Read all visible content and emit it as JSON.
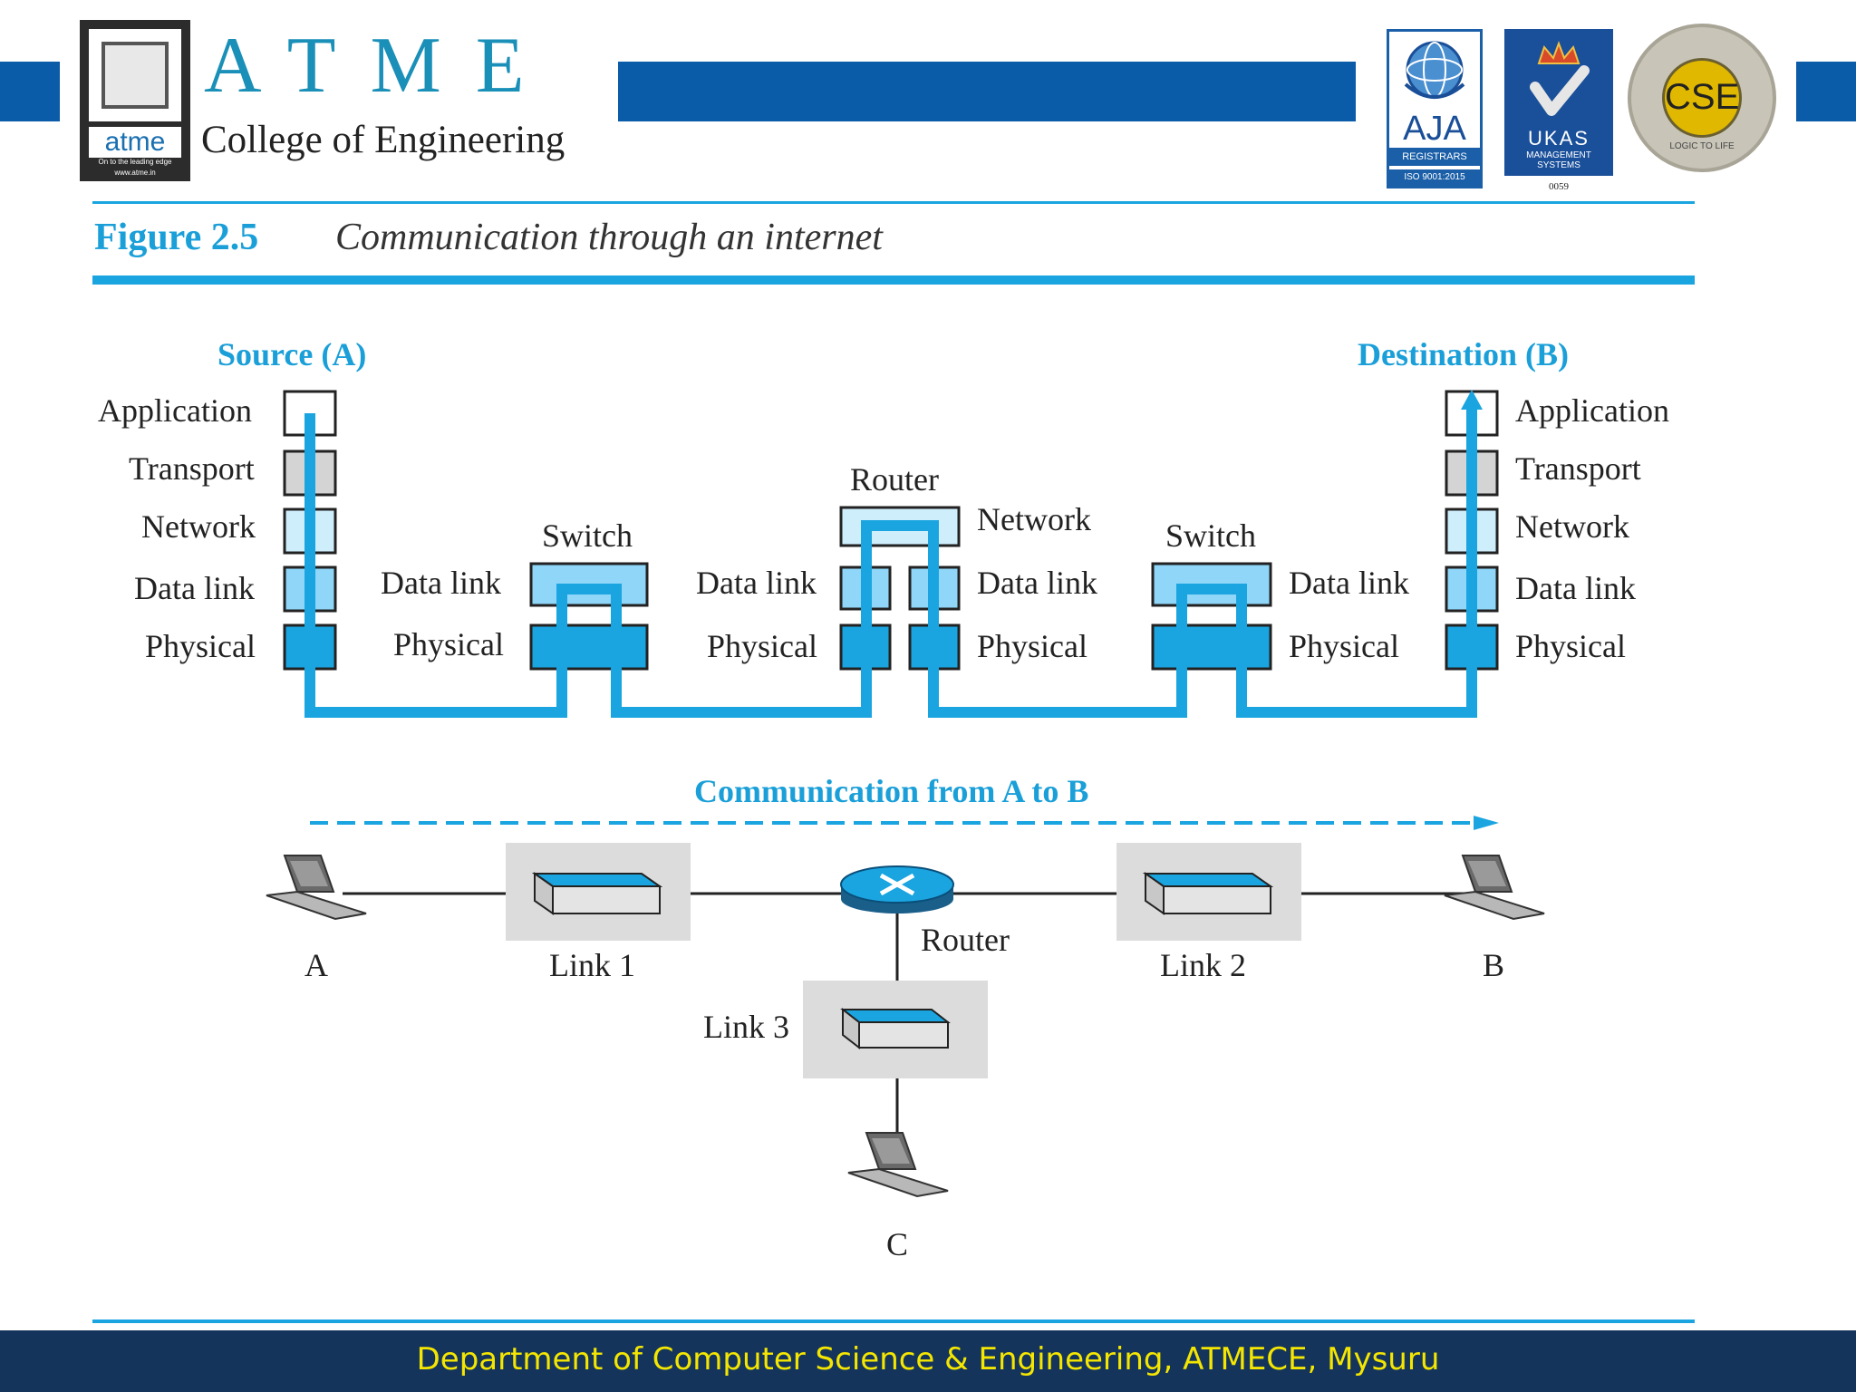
{
  "header": {
    "logo_text": "atme",
    "logo_tagline": "On to the leading edge",
    "logo_url": "www.atme.in",
    "letters": "ATME",
    "college": "College of Engineering",
    "badges": {
      "aja": "AJA",
      "aja_sub": "REGISTRARS",
      "iso": "ISO 9001:2015",
      "ukas": "UKAS",
      "ukas_sub": "MANAGEMENT SYSTEMS",
      "ukas_num": "0059",
      "cse": "CSE",
      "cse_ring": "LOGIC TO LIFE"
    }
  },
  "figure": {
    "number": "Figure 2.5",
    "title": "Communication through an internet"
  },
  "stack": {
    "source_title": "Source (A)",
    "destination_title": "Destination (B)",
    "layers": [
      "Application",
      "Transport",
      "Network",
      "Data link",
      "Physical"
    ],
    "switch_label": "Switch",
    "router_label": "Router",
    "network_label": "Network",
    "data_link_label": "Data link",
    "physical_label": "Physical"
  },
  "topology": {
    "comm_label": "Communication from A to B",
    "host_a": "A",
    "host_b": "B",
    "host_c": "C",
    "link1": "Link 1",
    "link2": "Link 2",
    "link3": "Link 3",
    "router": "Router"
  },
  "footer": {
    "text": "Department of Computer Science & Engineering, ATMECE, Mysuru"
  },
  "colors": {
    "accent": "#1aa5e0",
    "header_bar": "#0a5ba8",
    "footer_bg": "#14345c",
    "footer_text": "#f4e600"
  }
}
